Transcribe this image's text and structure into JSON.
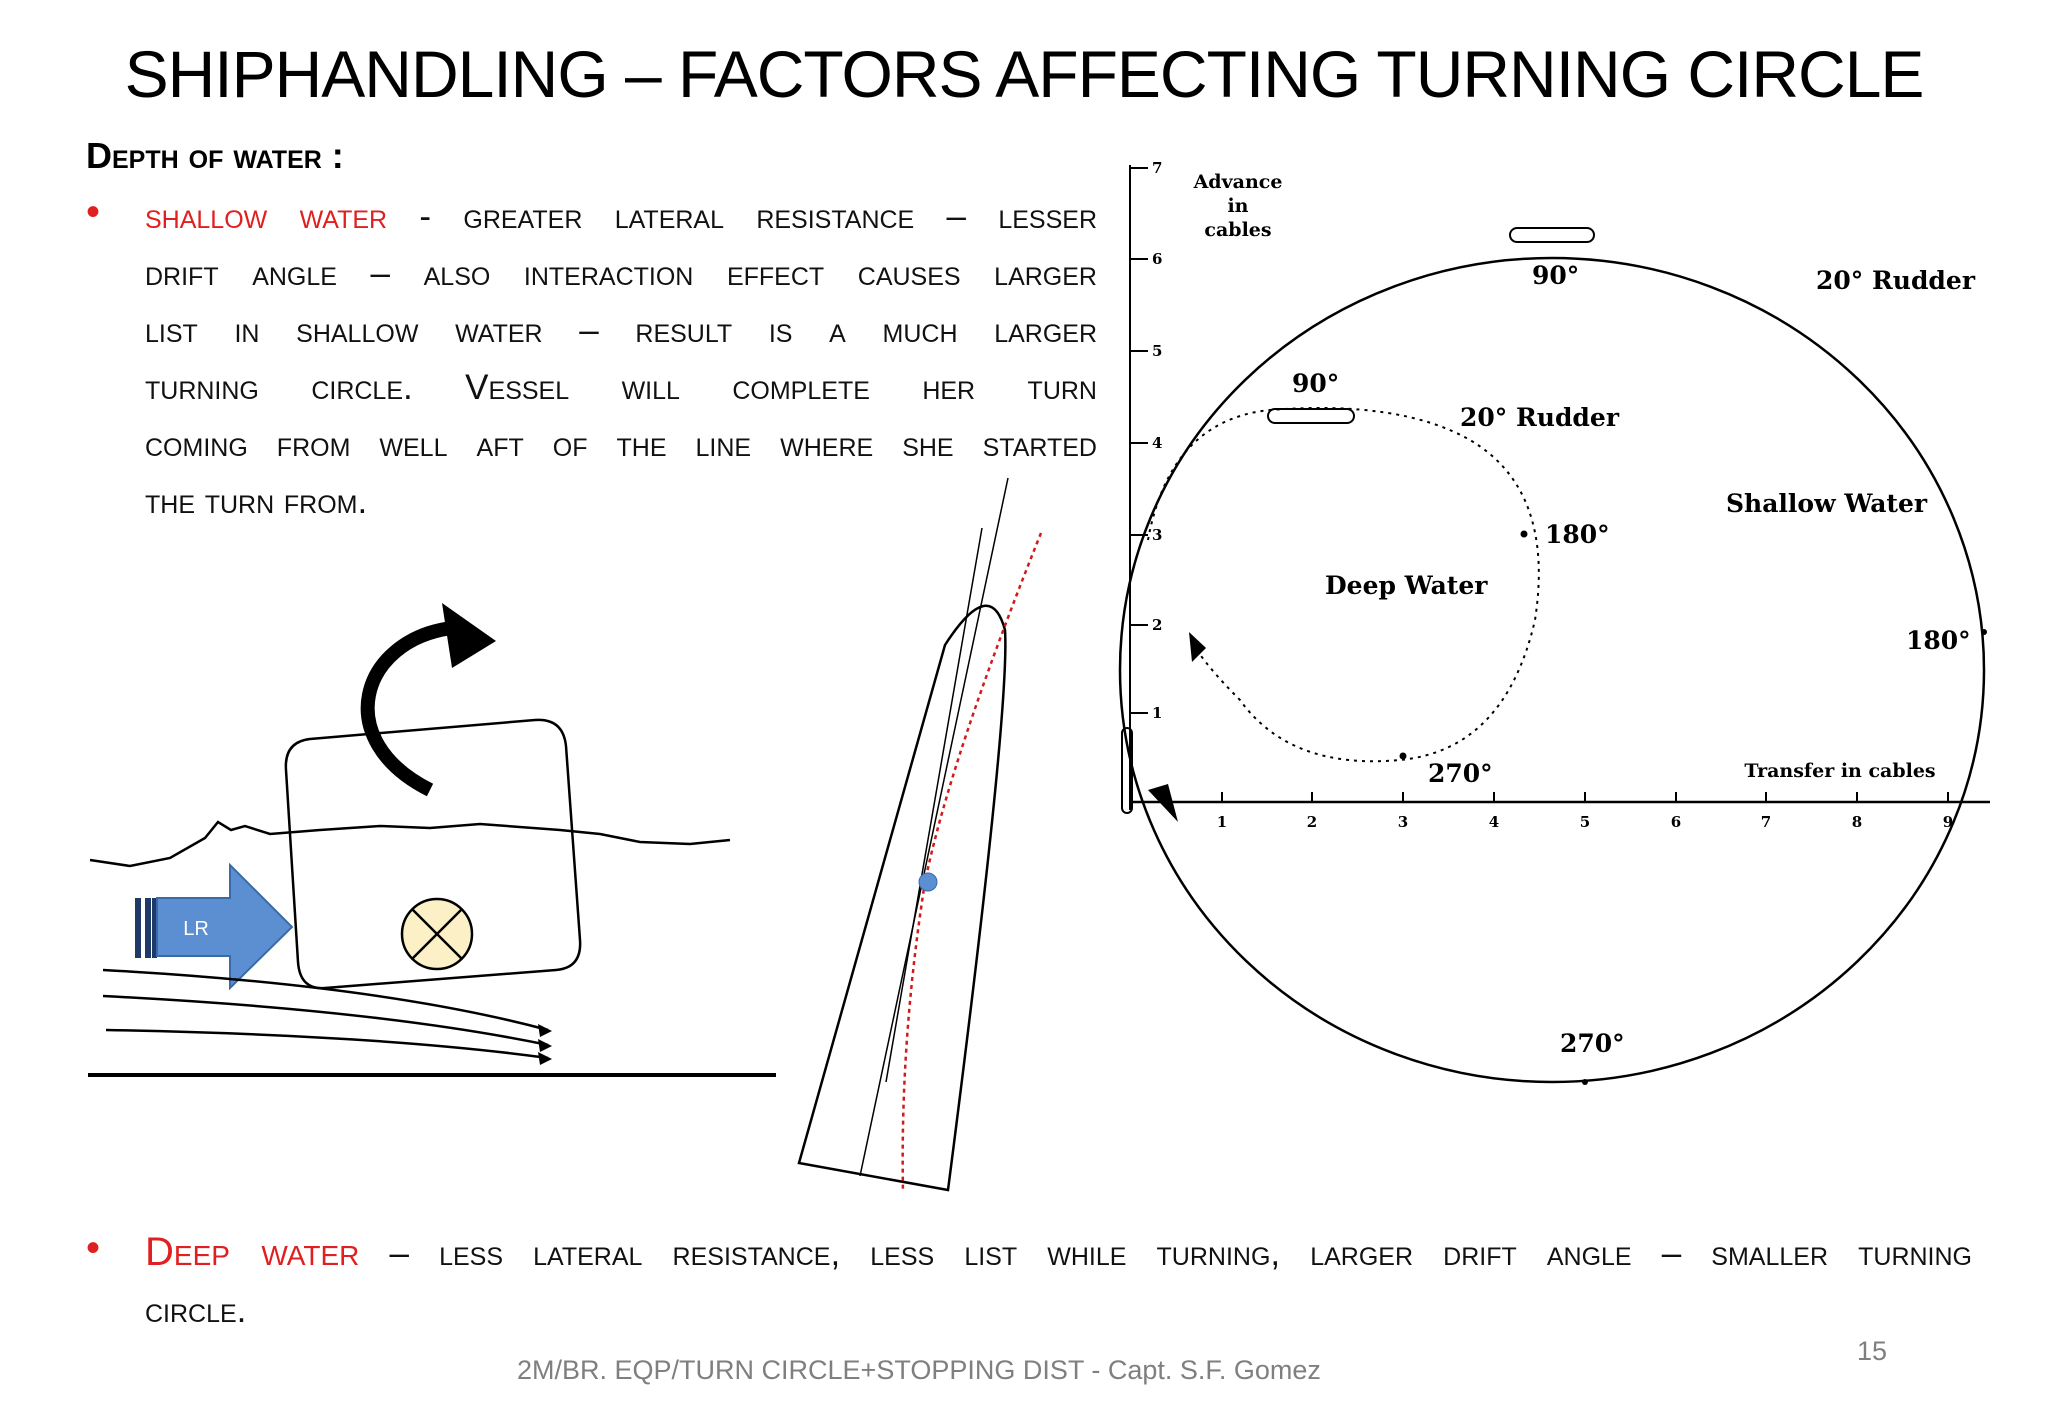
{
  "slide": {
    "title": "SHIPHANDLING – FACTORS AFFECTING TURNING CIRCLE",
    "heading": "Depth of water :",
    "bullet1": {
      "highlight": "shallow water",
      "lines": [
        " - greater lateral resistance – lesser",
        "drift angle – also interaction effect causes larger",
        "list in shallow water – result is a much larger",
        "turning circle. Vessel will complete her turn",
        "coming from well aft of the line where she started",
        "the turn from."
      ]
    },
    "bullet2": {
      "highlight": "Deep water",
      "line1": " – less lateral resistance, less list while turning, larger drift angle – smaller turning",
      "line2": "circle."
    },
    "bullet_symbol": "•",
    "footer": "2M/BR. EQP/TURN CIRCLE+STOPPING DIST - Capt. S.F. Gomez",
    "page_number": "15"
  },
  "left_diagram": {
    "arrow_label": "LR"
  },
  "chart": {
    "y_axis_title": [
      "Advance",
      "in",
      "cables"
    ],
    "x_axis_title": "Transfer in cables",
    "y_ticks": [
      "1",
      "2",
      "3",
      "4",
      "5",
      "6",
      "7"
    ],
    "x_ticks": [
      "1",
      "2",
      "3",
      "4",
      "5",
      "6",
      "7",
      "8",
      "9"
    ],
    "deep": {
      "name": "Deep Water",
      "rudder": "20° Rudder",
      "h90": "90°",
      "h180": "180°",
      "h270": "270°"
    },
    "shallow": {
      "name": "Shallow Water",
      "rudder": "20° Rudder",
      "h90": "90°",
      "h180": "180°",
      "h270": "270°"
    }
  }
}
